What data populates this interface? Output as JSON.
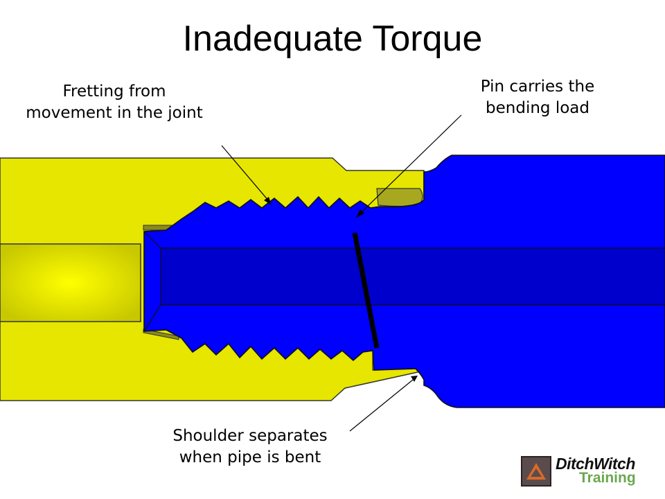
{
  "title": "Inadequate Torque",
  "callouts": {
    "fretting": {
      "line1": "Fretting from",
      "line2": "movement in the joint"
    },
    "pin": {
      "line1": "Pin carries the",
      "line2": "bending load"
    },
    "shoulder": {
      "line1": "Shoulder separates",
      "line2": "when pipe is bent"
    }
  },
  "logo": {
    "name": "DitchWitch",
    "sub": "Training"
  },
  "colors": {
    "box_yellow": "#e6e600",
    "pin_blue": "#0000ff",
    "bore_blue": "#0000cc",
    "sub_green": "#6aa84f"
  }
}
